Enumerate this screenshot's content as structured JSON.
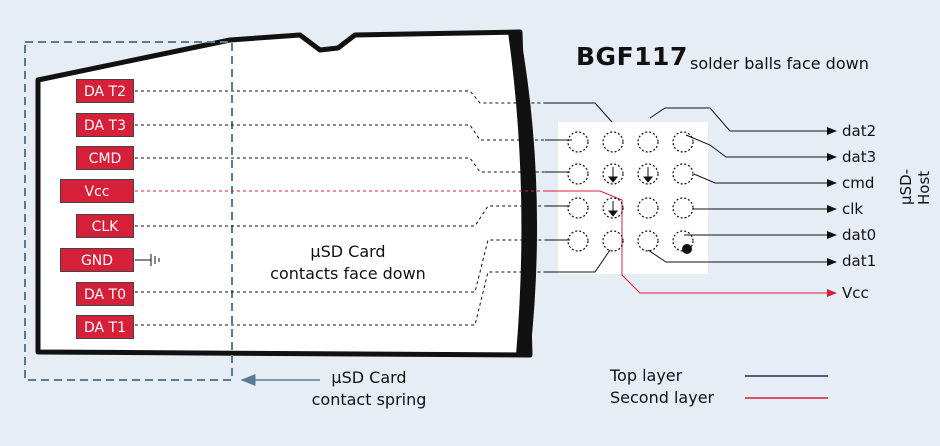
{
  "title": "BGF117",
  "subtitle": "solder balls face down",
  "card_pins": [
    "DA T2",
    "DA T3",
    "CMD",
    "Vcc",
    "CLK",
    "GND",
    "DA T0",
    "DA T1"
  ],
  "host_signals": [
    "dat2",
    "dat3",
    "cmd",
    "clk",
    "dat0",
    "dat1",
    "Vcc"
  ],
  "host_label": "µSD-Host",
  "card_label": [
    "µSD Card",
    "contacts face down"
  ],
  "spring_label": [
    "µSD Card",
    "contact spring"
  ],
  "legend": {
    "top": "Top layer",
    "second": "Second layer"
  },
  "colors": {
    "background": "#e6edf5",
    "pin": "#d6203a",
    "second_layer": "#d6203a",
    "top_layer": "#1e3050",
    "spring_box": "#5a7a9a"
  }
}
